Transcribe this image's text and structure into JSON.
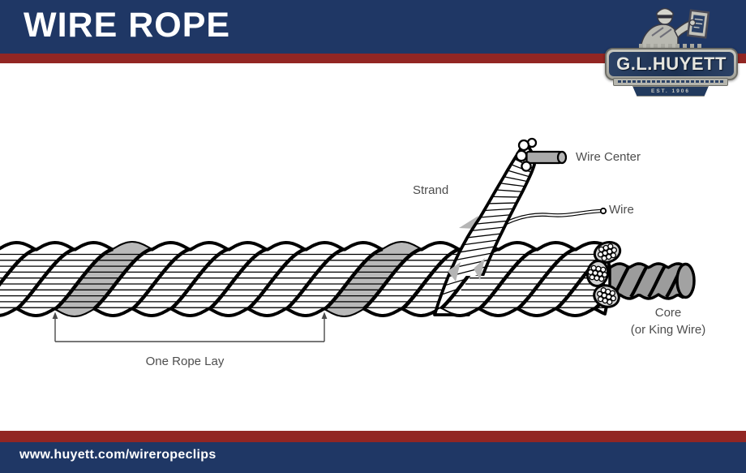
{
  "brand": {
    "navy": "#1f3765",
    "red": "#922623",
    "label_gray": "#4d4d4d"
  },
  "header": {
    "title": "WIRE ROPE"
  },
  "logo": {
    "company": "G.L.HUYETT",
    "established": "EST. 1906"
  },
  "diagram": {
    "labels": {
      "wire_center": "Wire Center",
      "strand": "Strand",
      "wire": "Wire",
      "core": "Core",
      "core_alt": "(or King Wire)",
      "rope_lay": "One Rope Lay"
    }
  },
  "footer": {
    "url": "www.huyett.com/wireropeclips"
  }
}
